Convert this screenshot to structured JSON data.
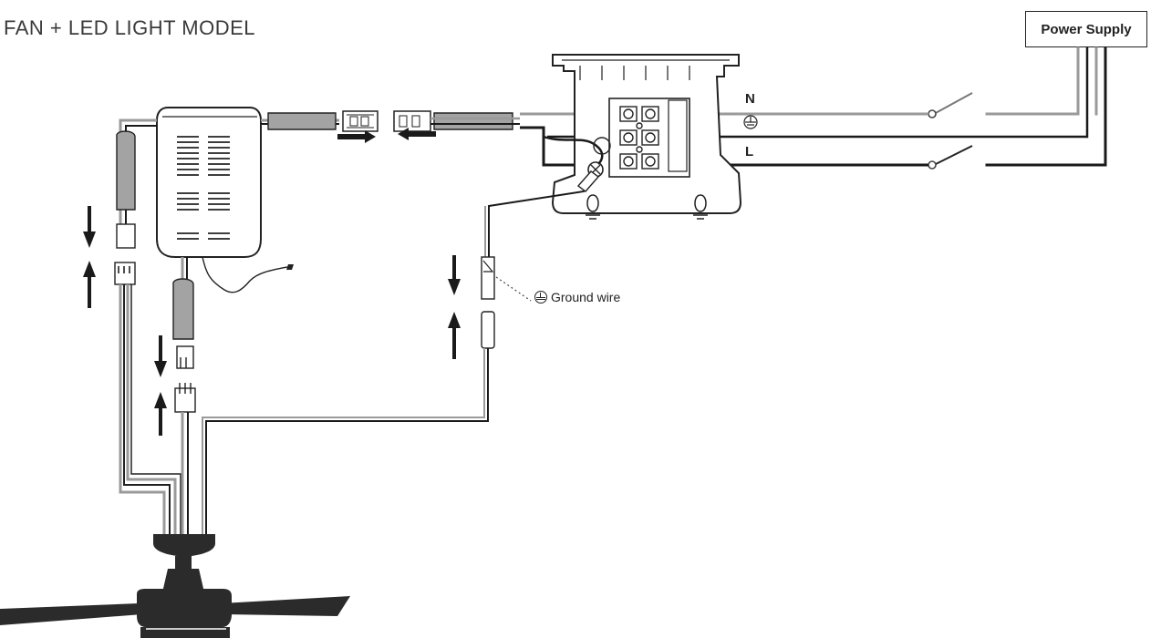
{
  "title": "FAN + LED LIGHT MODEL",
  "power_supply_label": "Power Supply",
  "line_labels": {
    "neutral": "N",
    "live": "L"
  },
  "ground_wire_label": "Ground wire",
  "colors": {
    "gray_wire": "#9a9a9a",
    "black_wire": "#1a1a1a",
    "fan_body": "#2b2b2b"
  },
  "icons": [
    "ground-symbol-icon",
    "arrow-up-icon",
    "arrow-down-icon",
    "switch-icon"
  ]
}
